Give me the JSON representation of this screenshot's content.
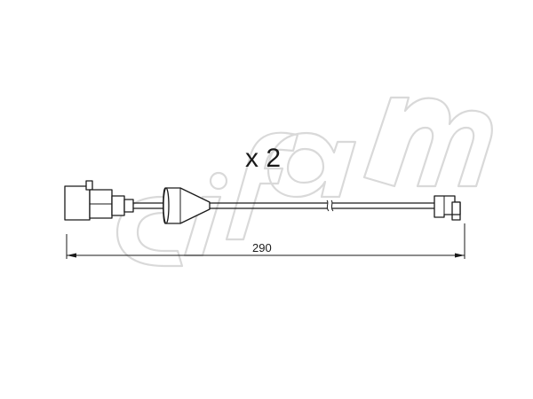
{
  "quantity_label": "x 2",
  "dimension_label": "290",
  "watermark_text": "cifam",
  "colors": {
    "line": "#1a1a1a",
    "watermark": "#d9d9d9",
    "background": "#ffffff"
  }
}
